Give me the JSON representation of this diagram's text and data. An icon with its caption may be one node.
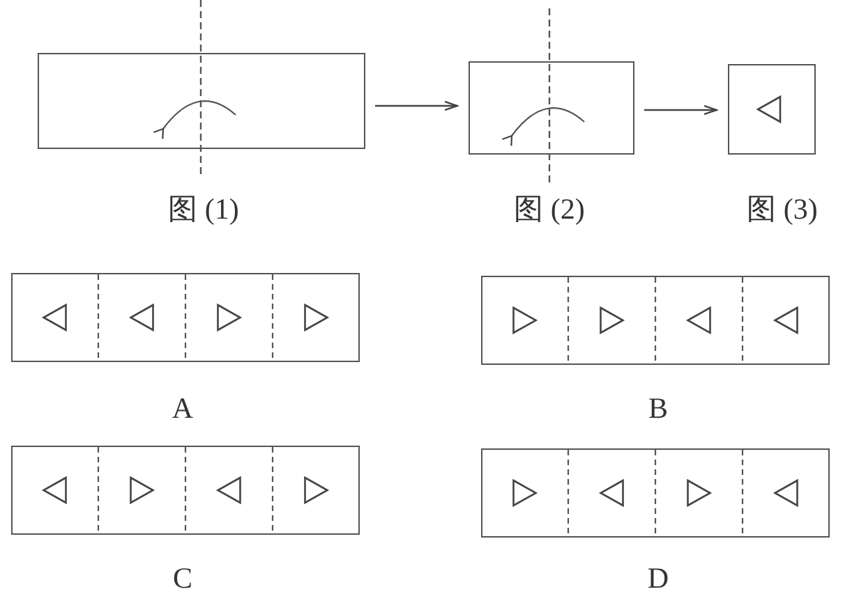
{
  "diagram": {
    "nodes": [
      {
        "text": [],
        "shape": "box",
        "beside": [
          "图 (1)"
        ]
      },
      {
        "text": [],
        "shape": "box",
        "beside": [
          "图 (2)"
        ]
      },
      {
        "text": [],
        "shape": "box",
        "beside": [
          "图 (3)"
        ]
      },
      {
        "text": [],
        "shape": "box",
        "beside": [
          "A"
        ]
      },
      {
        "text": [],
        "shape": "box",
        "beside": [
          "B"
        ]
      },
      {
        "text": [],
        "shape": "box",
        "beside": [
          "C"
        ]
      },
      {
        "text": [],
        "shape": "box",
        "beside": [
          "D"
        ]
      }
    ],
    "edges": [
      {
        "from": 0,
        "to": 1,
        "arrow": "to"
      },
      {
        "from": 1,
        "to": 2,
        "arrow": "to"
      }
    ]
  }
}
